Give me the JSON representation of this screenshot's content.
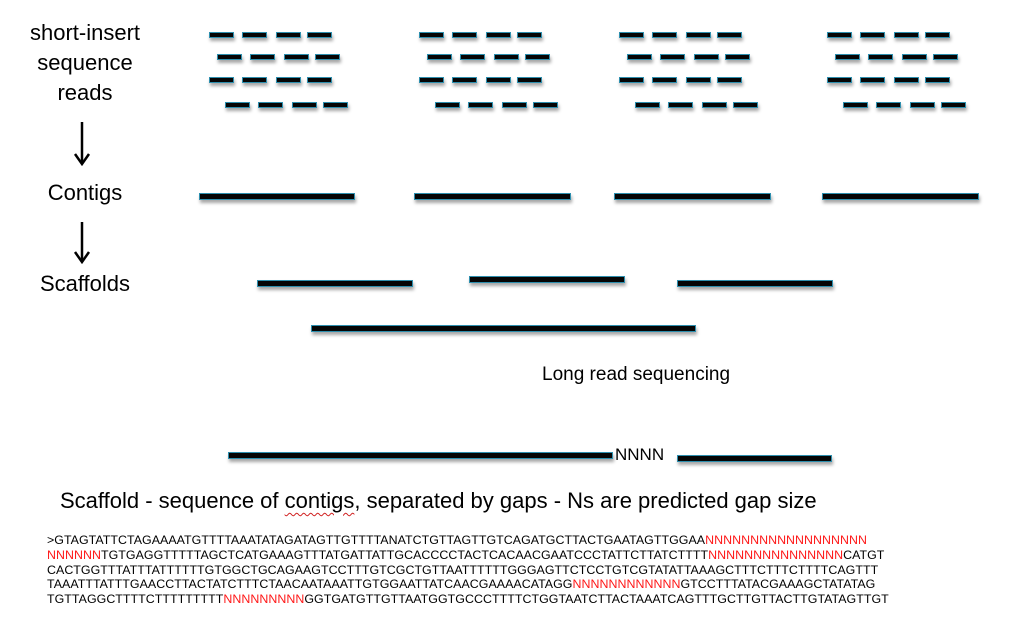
{
  "labels": {
    "reads": "short-insert sequence reads",
    "reads_lines": [
      "short-insert",
      "sequence",
      "reads"
    ],
    "contigs": "Contigs",
    "scaffolds": "Scaffolds",
    "long_read": "Long read sequencing",
    "gap": "NNNN"
  },
  "caption": {
    "before": "Scaffold - sequence of ",
    "misspelled": "contigs",
    "after": ", separated by gaps - Ns are predicted gap size"
  },
  "colors": {
    "bar_fill": "#050505",
    "bar_border": "#2e8fae",
    "gap_n": "#ff1a1a"
  },
  "read_groups": 4,
  "contig_count": 4,
  "scaffold_contig_count": 3,
  "icons": [
    "down-arrow-icon",
    "down-arrow-icon"
  ],
  "sequence": {
    "lines": [
      [
        {
          "t": ">GTAGTATTCTAGAAAATGTTTTAAATATAGATAGTTGTTTTANATCTGTTAGTTGTCAGATGCTTACTGAATAGTTGGAA",
          "gap": false
        },
        {
          "t": "NNNNNNNNNNNNNNNNNN",
          "gap": true
        }
      ],
      [
        {
          "t": "NNNNNN",
          "gap": true
        },
        {
          "t": "TGTGAGGTTTTTAGCTCATGAAAGTTTATGATTATTGCACCCCTACTCACAACGAATCCCTATTCTTATCTTTT",
          "gap": false
        },
        {
          "t": "NNNNNNNNNNNNNNN",
          "gap": true
        },
        {
          "t": "CATGT",
          "gap": false
        }
      ],
      [
        {
          "t": "CACTGGTTTATTTATTTTTTGTGGCTGCAGAAGTCCTTTGTCGCTGTTAATTTTTTGGGAGTTCTCCTGTCGTATATTAAAGCTTTCTTTCTTTTCAGTTT",
          "gap": false
        }
      ],
      [
        {
          "t": "TAAATTTATTTGAACCTTACTATCTTTCTAACAATAAATTGTGGAATTATCAACGAAAACATAGG",
          "gap": false
        },
        {
          "t": "NNNNNNNNNNNN",
          "gap": true
        },
        {
          "t": "GTCCTTTATACGAAAGCTATATAG",
          "gap": false
        }
      ],
      [
        {
          "t": "TGTTAGGCTTTTCTTTTTTTTT",
          "gap": false
        },
        {
          "t": "NNNNNNNNN",
          "gap": true
        },
        {
          "t": "GGTGATGTTGTTAATGGTGCCCTTTTCTGGTAATCTTACTAAATCAGTTTGCTTGTTACTTGTATAGTTGT",
          "gap": false
        }
      ]
    ]
  }
}
